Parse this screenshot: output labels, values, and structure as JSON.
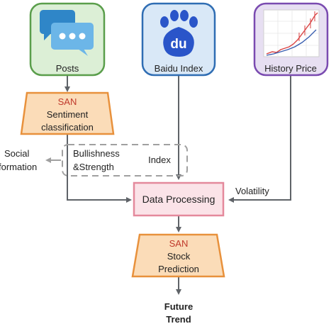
{
  "sources": {
    "posts": {
      "label": "Posts",
      "icon": "chat-bubbles-icon",
      "border": "#5a9e4b",
      "fill": "#dcefd6"
    },
    "baidu": {
      "label": "Baidu Index",
      "icon": "baidu-paw-icon",
      "icon_text": "du",
      "border": "#2f6db3",
      "fill": "#d9e8f7"
    },
    "price": {
      "label": "History Price",
      "icon": "stock-chart-icon",
      "border": "#7a4bb0",
      "fill": "#e7dff2"
    }
  },
  "sentiment": {
    "model": "SAN",
    "line1": "Sentiment",
    "line2": "classification"
  },
  "side_note": {
    "line1": "Social",
    "line2": "formation"
  },
  "dashed_group": {
    "line1": "Bullishness",
    "line2": "&Strength",
    "index": "Index"
  },
  "processing": {
    "label": "Data Processing",
    "fill": "#fbe3e8",
    "border": "#e4899c"
  },
  "volatility": "Volatility",
  "prediction": {
    "model": "SAN",
    "line1": "Stock",
    "line2": "Prediction"
  },
  "output": {
    "line1": "Future",
    "line2": "Trend"
  },
  "colors": {
    "trapezoid_fill": "#fbdcb8",
    "trapezoid_border": "#e8913c",
    "arrow": "#5f6368",
    "dashed": "#a0a0a0"
  }
}
